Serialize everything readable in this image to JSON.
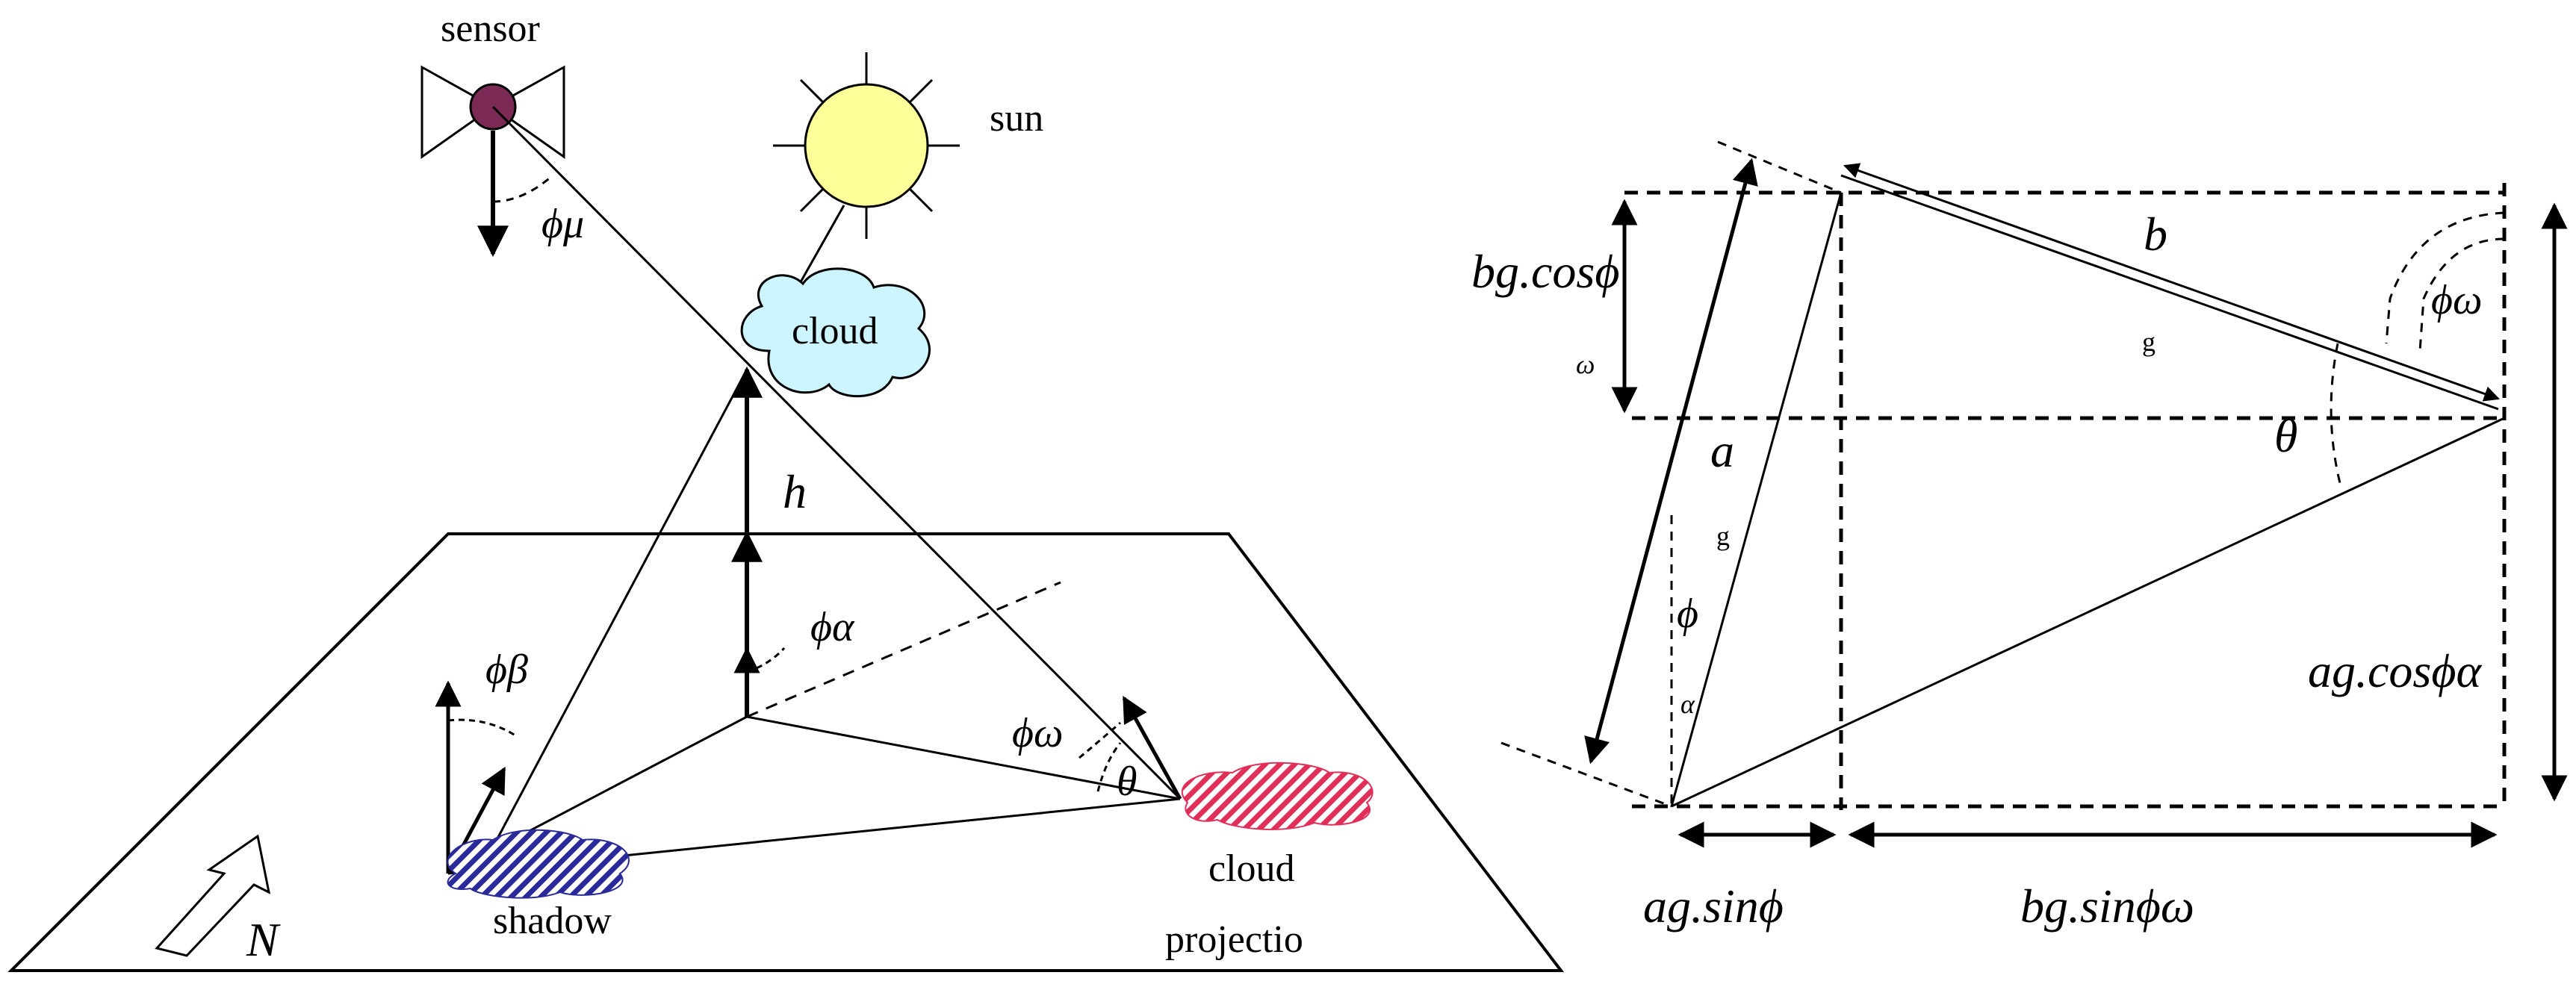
{
  "left_figure": {
    "sensor_label": "sensor",
    "sun_label": "sun",
    "cloud_label": "cloud",
    "height_label": "h",
    "shadow_label": "shadow",
    "projection_label_line1": "cloud",
    "projection_label_line2": "projectio",
    "angle_mu": "ϕμ",
    "angle_beta": "ϕβ",
    "angle_alpha": "ϕα",
    "angle_omega": "ϕω",
    "angle_theta": "θ",
    "north_letter": "N"
  },
  "right_figure": {
    "b_label": "b",
    "b_sub": "g",
    "a_label": "a",
    "a_sub": "g",
    "phi_label": "ϕ",
    "phi_sub": "α",
    "phi_omega_label": "ϕω",
    "theta_label": "θ",
    "left_dim_main": "bg.cosϕ",
    "left_dim_sub": "ω",
    "right_dim": "ag.cosϕα",
    "bottom_dim_left": "ag.sinϕ",
    "bottom_dim_right": "bg.sinϕω"
  },
  "colors": {
    "sensor_dot": "#7a2a55",
    "sun_fill": "#ffff99",
    "cloud_fill": "#ccf5ff",
    "shadow_hatch": "#2a2a9a",
    "projection_hatch": "#e0305a"
  }
}
